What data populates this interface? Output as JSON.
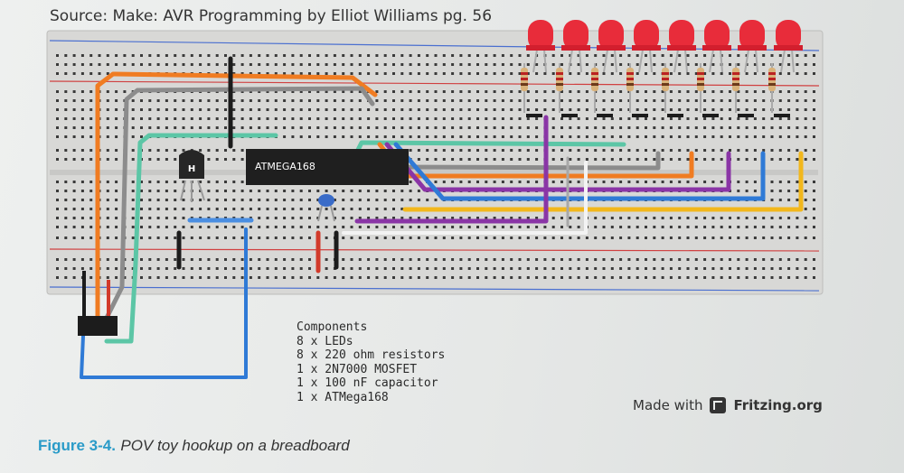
{
  "source_note": "Source: Make: AVR Programming by Elliot Williams pg. 56",
  "chip_label": "ATMEGA168",
  "mosfet_label": "H",
  "components_title": "Components",
  "components": [
    "8 x LEDs",
    "8 x 220 ohm resistors",
    "1 x 2N7000 MOSFET",
    "1 x 100 nF capacitor",
    "1 x ATMega168"
  ],
  "made_with": "Made with",
  "fritzing_brand": "Fritzing.org",
  "figure_label": "Figure 3-4.",
  "figure_caption": "POV toy hookup on a breadboard",
  "colors": {
    "orange": "#f07c22",
    "gray": "#8c8c8c",
    "teal": "#5cc6a6",
    "purple": "#8a35a6",
    "blue": "#2f7ad6",
    "yellow": "#f2b71c",
    "red_wire": "#d23a2a",
    "black_wire": "#1c1c1c",
    "led": "#e82c3a",
    "caption_blue": "#2a9bc8"
  }
}
